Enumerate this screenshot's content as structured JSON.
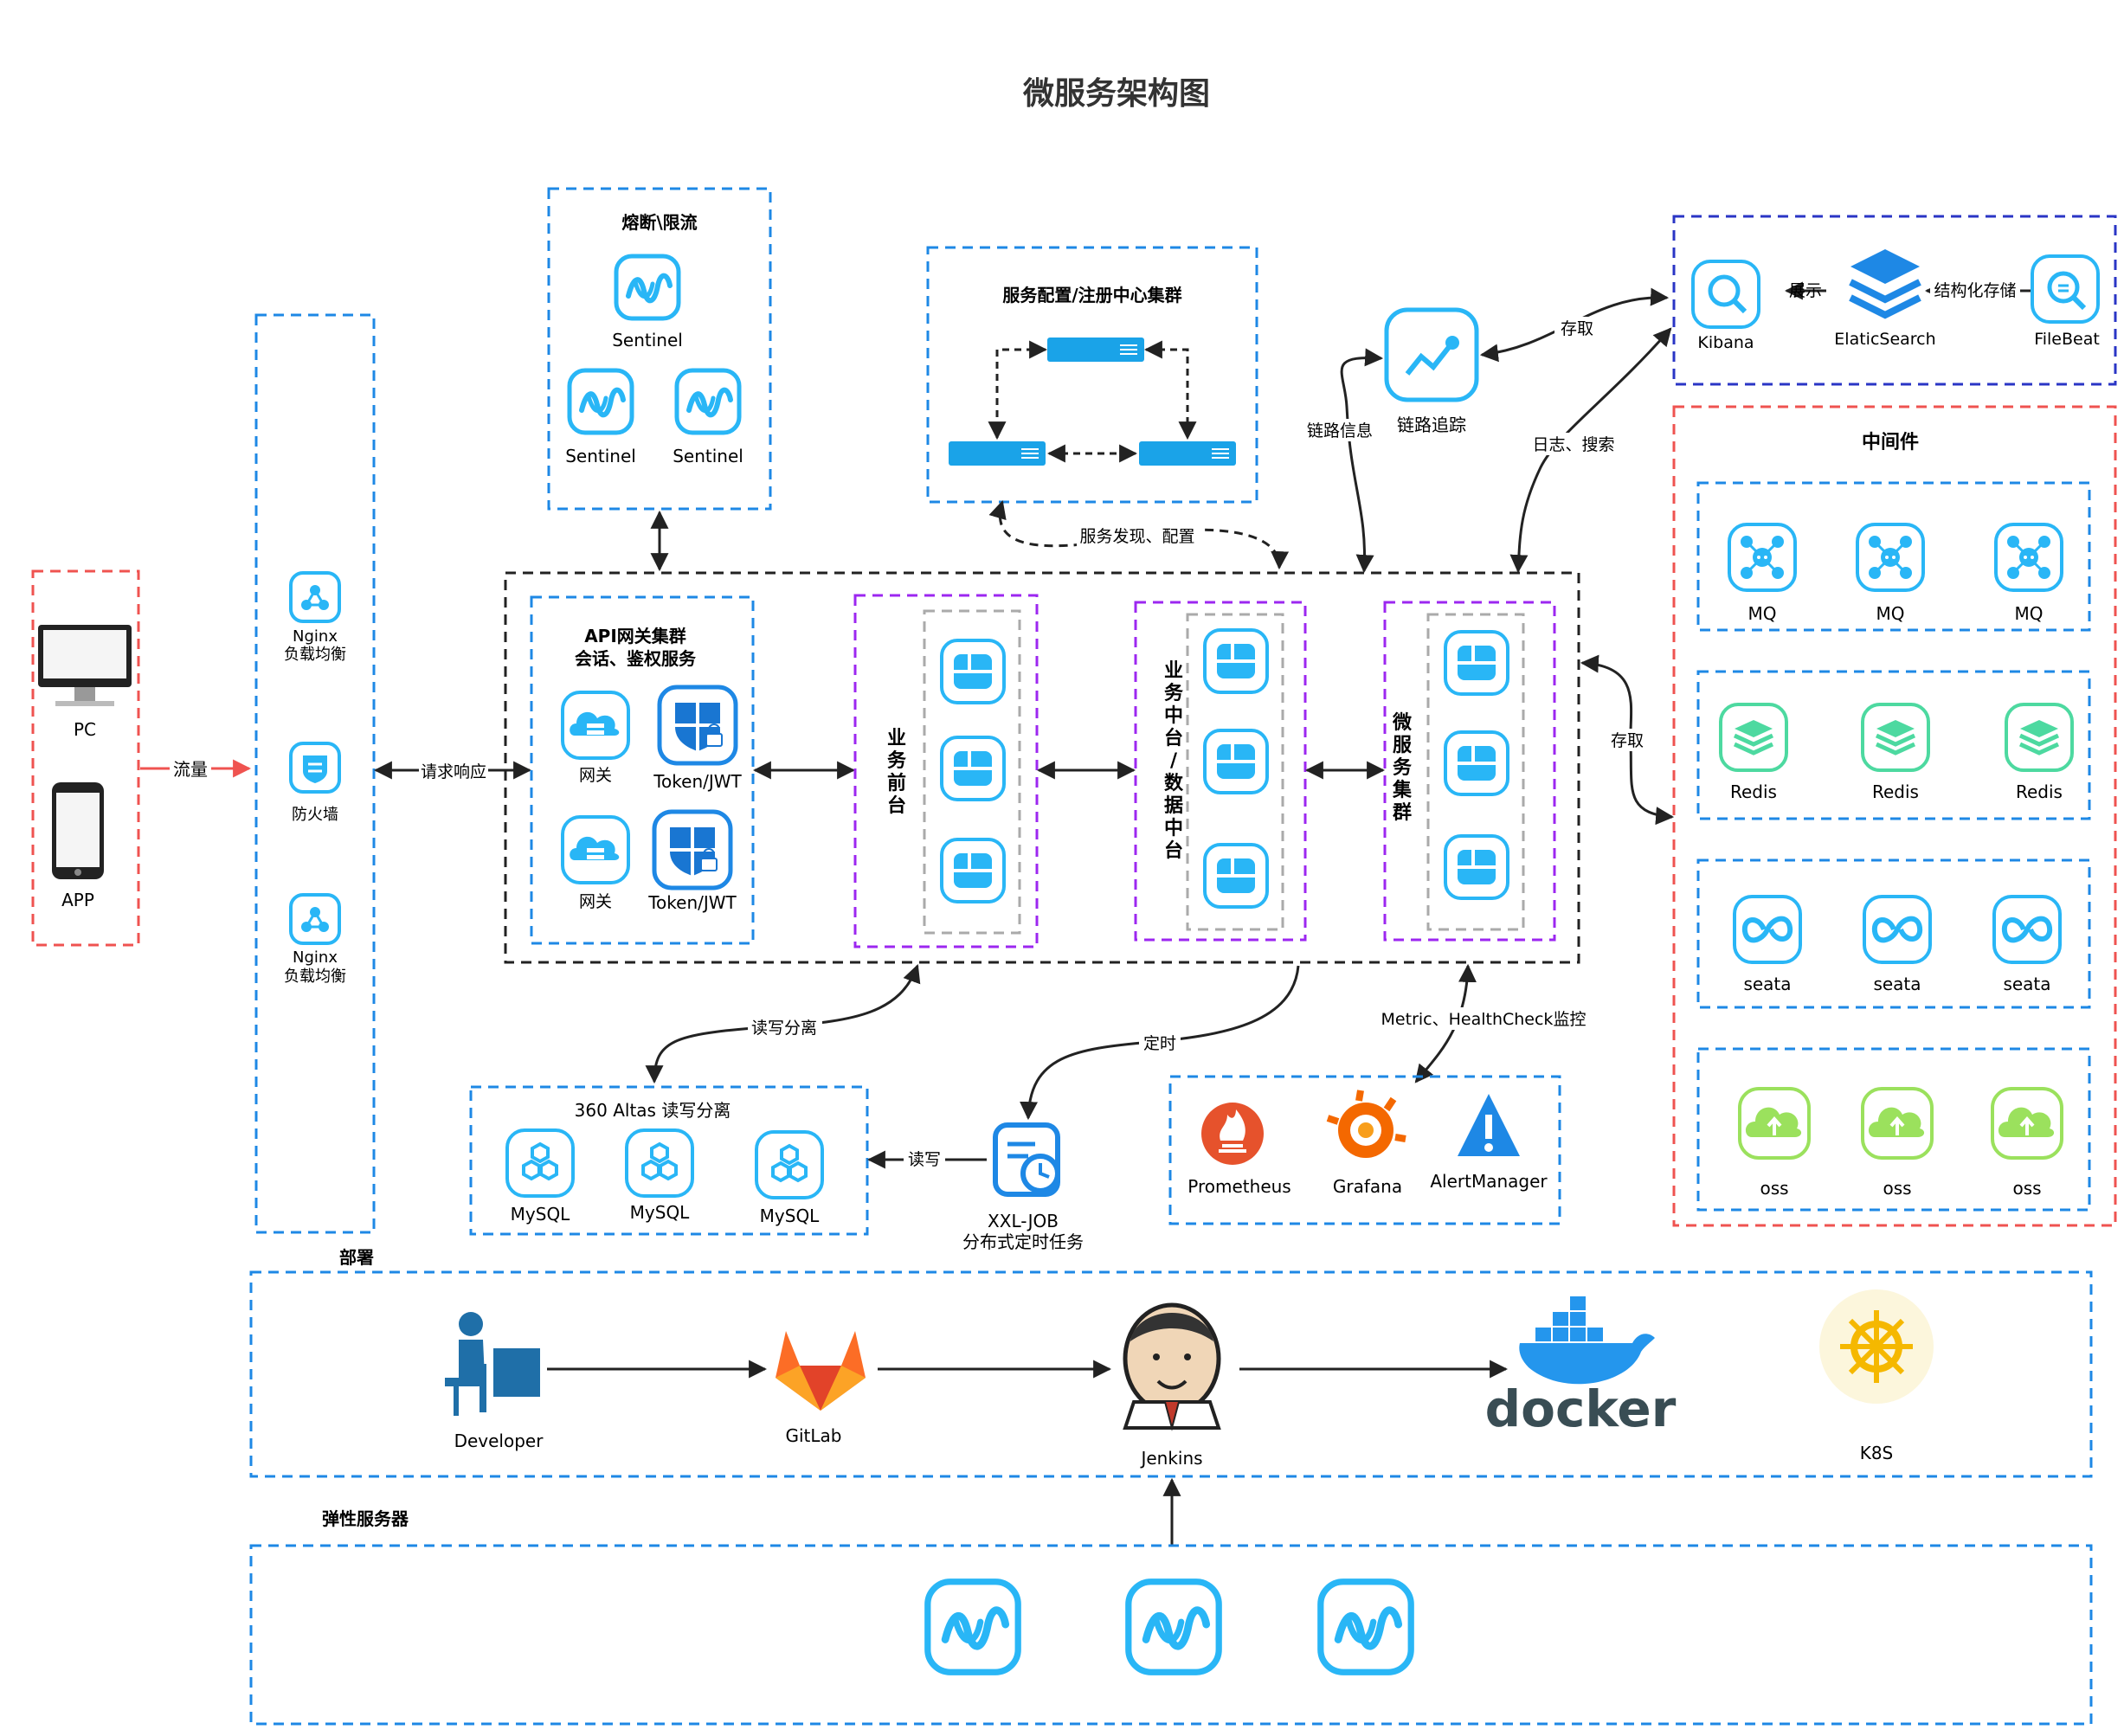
{
  "title": "微服务架构图",
  "clients": {
    "pc": "PC",
    "app": "APP"
  },
  "edge": {
    "flow_label": "流量",
    "nginx_1": [
      "Nginx",
      "负载均衡"
    ],
    "firewall": "防火墙",
    "nginx_2": [
      "Nginx",
      "负载均衡"
    ],
    "request_label": "请求响应"
  },
  "circuit_breaker": {
    "title": "熔断\\限流",
    "items": [
      "Sentinel",
      "Sentinel",
      "Sentinel"
    ]
  },
  "registry": {
    "title": "服务配置/注册中心集群",
    "discovery_label": "服务发现、配置"
  },
  "gateway": {
    "title_1": "API网关集群",
    "title_2": "会话、鉴权服务",
    "items": [
      "网关",
      "Token/JWT",
      "网关",
      "Token/JWT"
    ]
  },
  "business_front": "业务前台",
  "business_middle": "业务中台/数据中台",
  "microservices": "微服务集群",
  "tracing": {
    "label": "链路追踪",
    "link_info": "链路信息",
    "store": "存取",
    "logs_search": "日志、搜索"
  },
  "logging": {
    "kibana": "Kibana",
    "show": "展示",
    "es": "ElaticSearch",
    "structured": "结构化存储",
    "filebeat": "FileBeat"
  },
  "middleware": {
    "title": "中间件",
    "store_label": "存取",
    "rows": [
      [
        "MQ",
        "MQ",
        "MQ"
      ],
      [
        "Redis",
        "Redis",
        "Redis"
      ],
      [
        "seata",
        "seata",
        "seata"
      ],
      [
        "oss",
        "oss",
        "oss"
      ]
    ]
  },
  "database": {
    "title": "360 Altas 读写分离",
    "items": [
      "MySQL",
      "MySQL",
      "MySQL"
    ],
    "rw_split": "读写分离",
    "rw": "读写"
  },
  "job": {
    "name": "XXL-JOB",
    "desc": "分布式定时任务",
    "timer": "定时"
  },
  "monitoring": {
    "label": "Metric、HealthCheck监控",
    "items": [
      "Prometheus",
      "Grafana",
      "AlertManager"
    ]
  },
  "deploy": {
    "title": "部署",
    "items": [
      "Developer",
      "GitLab",
      "Jenkins",
      "docker",
      "K8S"
    ]
  },
  "elastic": {
    "title": "弹性服务器"
  },
  "colors": {
    "blue_dash": "#1e88e5",
    "red_dash": "#ef5350",
    "purple_dash": "#9c27f0",
    "black_dash": "#222222",
    "icon_blue": "#29b6f6",
    "icon_green": "#4dd9a0",
    "icon_lime": "#9be15d"
  }
}
